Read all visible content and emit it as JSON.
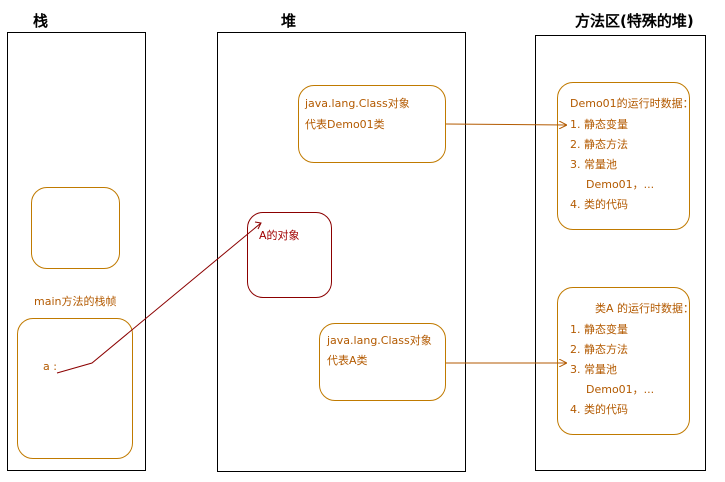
{
  "titles": {
    "stack": "栈",
    "heap": "堆",
    "method_area": "方法区(特殊的堆)"
  },
  "stack": {
    "frame_label": "main方法的栈帧",
    "var_a": "a :"
  },
  "heap": {
    "class_obj_1": [
      "java.lang.Class对象",
      "代表Demo01类"
    ],
    "a_object": "A的对象",
    "class_obj_2": [
      "java.lang.Class对象",
      "代表A类"
    ]
  },
  "method_area": {
    "demo01_data": {
      "title": "Demo01的运行时数据：",
      "items": [
        "1. 静态变量",
        "2. 静态方法",
        "3. 常量池",
        "Demo01，...",
        "4. 类的代码"
      ]
    },
    "a_data": {
      "title": "类A 的运行时数据：",
      "items": [
        "1. 静态变量",
        "2. 静态方法",
        "3. 常量池",
        "Demo01，...",
        "4. 类的代码"
      ]
    }
  },
  "colors": {
    "orange_text": "#b35a00",
    "orange_border": "#c07a00",
    "red": "#8b0000"
  }
}
